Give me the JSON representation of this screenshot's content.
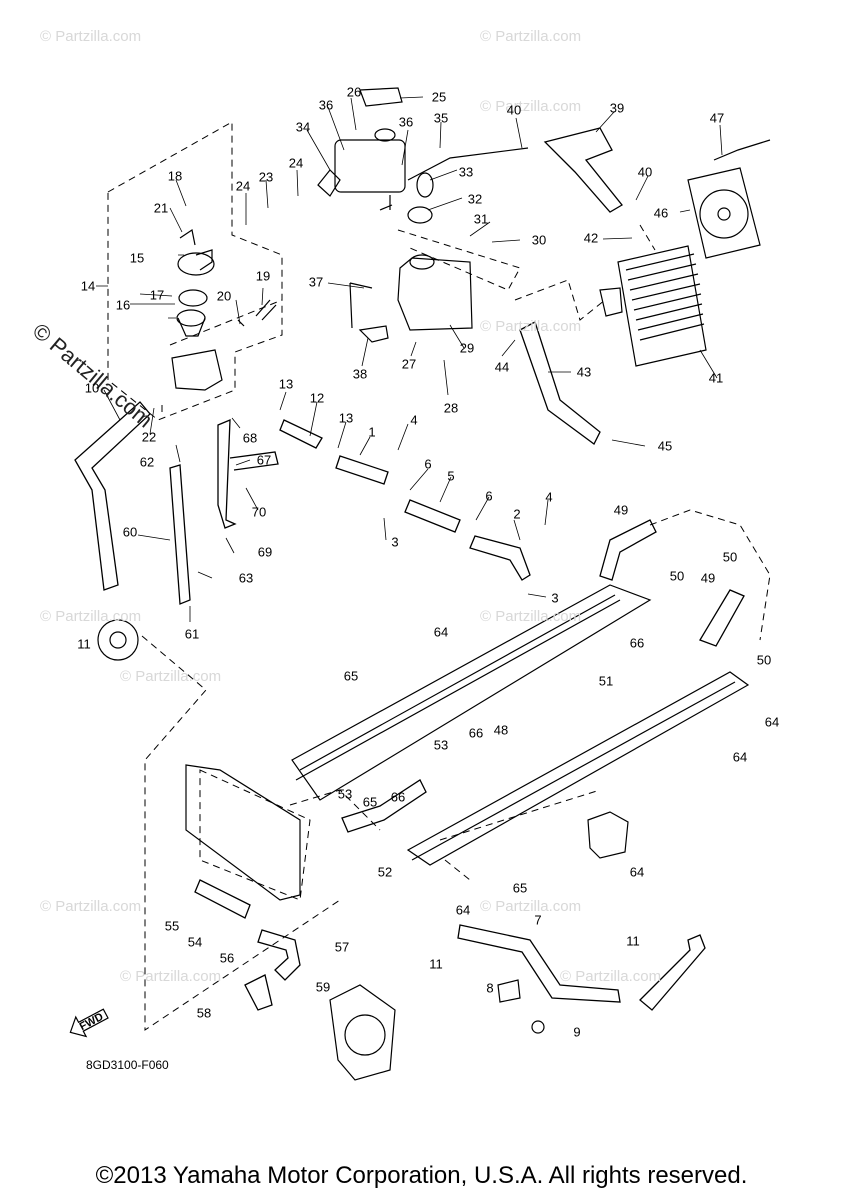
{
  "watermark": "© Partzilla.com",
  "drawing_code": "8GD3100-F060",
  "direction_label": "FWD",
  "copyright": "©2013 Yamaha Motor Corporation, U.S.A. All rights reserved.",
  "callouts": [
    "1",
    "2",
    "3",
    "3",
    "4",
    "4",
    "5",
    "6",
    "6",
    "7",
    "8",
    "9",
    "10",
    "11",
    "11",
    "11",
    "12",
    "13",
    "13",
    "14",
    "15",
    "16",
    "17",
    "18",
    "19",
    "20",
    "21",
    "22",
    "23",
    "24",
    "24",
    "25",
    "26",
    "27",
    "28",
    "29",
    "30",
    "31",
    "32",
    "33",
    "34",
    "35",
    "36",
    "36",
    "37",
    "38",
    "39",
    "40",
    "40",
    "41",
    "42",
    "43",
    "44",
    "45",
    "46",
    "47",
    "48",
    "49",
    "49",
    "50",
    "50",
    "50",
    "51",
    "52",
    "53",
    "53",
    "54",
    "55",
    "56",
    "57",
    "58",
    "59",
    "60",
    "61",
    "62",
    "63",
    "64",
    "64",
    "64",
    "64",
    "64",
    "65",
    "65",
    "65",
    "66",
    "66",
    "66",
    "67",
    "68",
    "69",
    "70"
  ]
}
